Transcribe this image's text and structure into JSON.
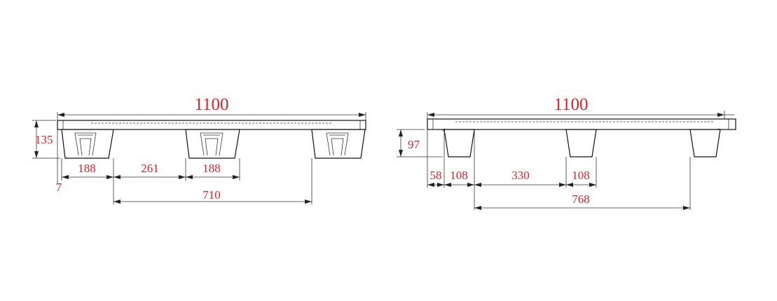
{
  "left_view": {
    "overall_width": "1100",
    "height": "135",
    "edge_offset": "7",
    "foot_width_left": "188",
    "gap": "261",
    "foot_width_center": "188",
    "foot_span": "710"
  },
  "right_view": {
    "overall_width": "1100",
    "height": "97",
    "edge_offset": "58",
    "foot_width_left": "108",
    "gap": "330",
    "foot_width_center": "108",
    "foot_span": "768"
  },
  "colors": {
    "dimension_text": "#e0202a",
    "lines": "#222222"
  }
}
